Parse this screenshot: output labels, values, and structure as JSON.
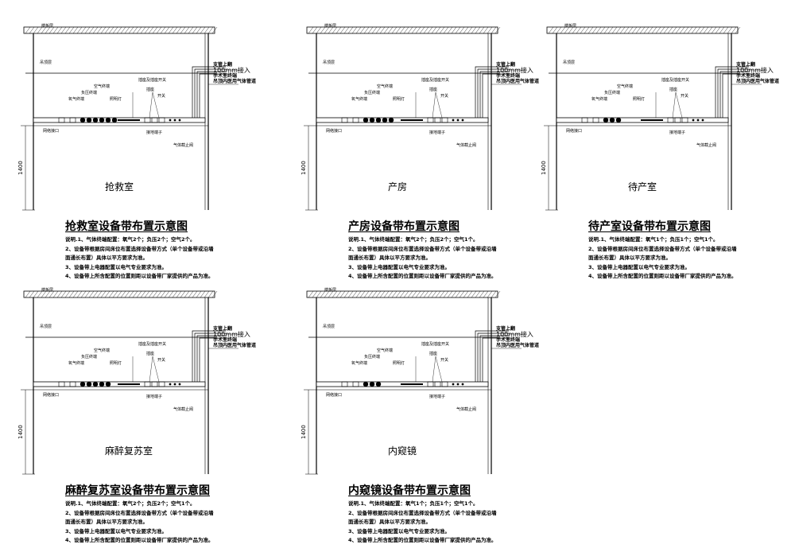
{
  "common": {
    "floor_slab": "楼板层",
    "ceiling": "吊顶层",
    "supply_line1": "支管上翻",
    "supply_line2": "100mm接入",
    "supply_line3": "手术室终端",
    "supply_line4": "吊顶内医用气体管道",
    "label_air": "空气终端",
    "label_vac": "负压终端",
    "label_o2": "氧气终端",
    "label_light": "照明灯",
    "label_socket_switch": "插座及插座开关",
    "label_socket": "插座",
    "label_switch": "开关",
    "label_net": "网络接口",
    "label_ground": "接地端子",
    "label_valve": "气体截止阀",
    "dim_1400": "1400"
  },
  "panels": [
    {
      "room": "抢救室",
      "title": "抢救室设备带布置示意图",
      "notes": [
        "说明.1、气体终端配置：氧气2个；负压2个；空气2个。",
        "2、设备带根据房间床位布置选择设备带方式（单个设备带或沿墙",
        "面通长布置）具体以平方要求为准。",
        "3、设备带上电器配置以电气专业要求为准。",
        "4、设备带上所含配置的位置则距以设备带厂家提供的产品为准。"
      ]
    },
    {
      "room": "产房",
      "title": "产房设备带布置示意图",
      "notes": [
        "说明.1、气体终端配置：氧气2个；负压2个；空气1个。",
        "2、设备带根据房间床位布置选择设备带方式（单个设备带或沿墙",
        "面通长布置）具体以平方要求为准。",
        "3、设备带上电器配置以电气专业要求为准。",
        "4、设备带上所含配置的位置则距以设备带厂家提供的产品为准。"
      ]
    },
    {
      "room": "待产室",
      "title": "待产室设备带布置示意图",
      "notes": [
        "说明.1、气体终端配置：氧气1个；负压1个；空气1个。",
        "2、设备带根据房间床位布置选择设备带方式（单个设备带或沿墙",
        "面通长布置）具体以平方要求为准。",
        "3、设备带上电器配置以电气专业要求为准。",
        "4、设备带上所含配置的位置则距以设备带厂家提供的产品为准。"
      ]
    },
    {
      "room": "麻醉复苏室",
      "title": "麻醉复苏室设备带布置示意图",
      "notes": [
        "说明.1、气体终端配置：氧气2个；负压2个；空气1个。",
        "2、设备带根据房间床位布置选择设备带方式（单个设备带或沿墙",
        "面通长布置）具体以平方要求为准。",
        "3、设备带上电器配置以电气专业要求为准。",
        "4、设备带上所含配置的位置则距以设备带厂家提供的产品为准。"
      ]
    },
    {
      "room": "内窥镜",
      "title": "内窥镜设备带布置示意图",
      "notes": [
        "说明.1、气体终端配置：氧气1个；负压1个；空气1个。",
        "2、设备带根据房间床位布置选择设备带方式（单个设备带或沿墙",
        "面通长布置）具体以平方要求为准。",
        "3、设备带上电器配置以电气专业要求为准。",
        "4、设备带上所含配置的位置则距以设备带厂家提供的产品为准。"
      ]
    }
  ]
}
